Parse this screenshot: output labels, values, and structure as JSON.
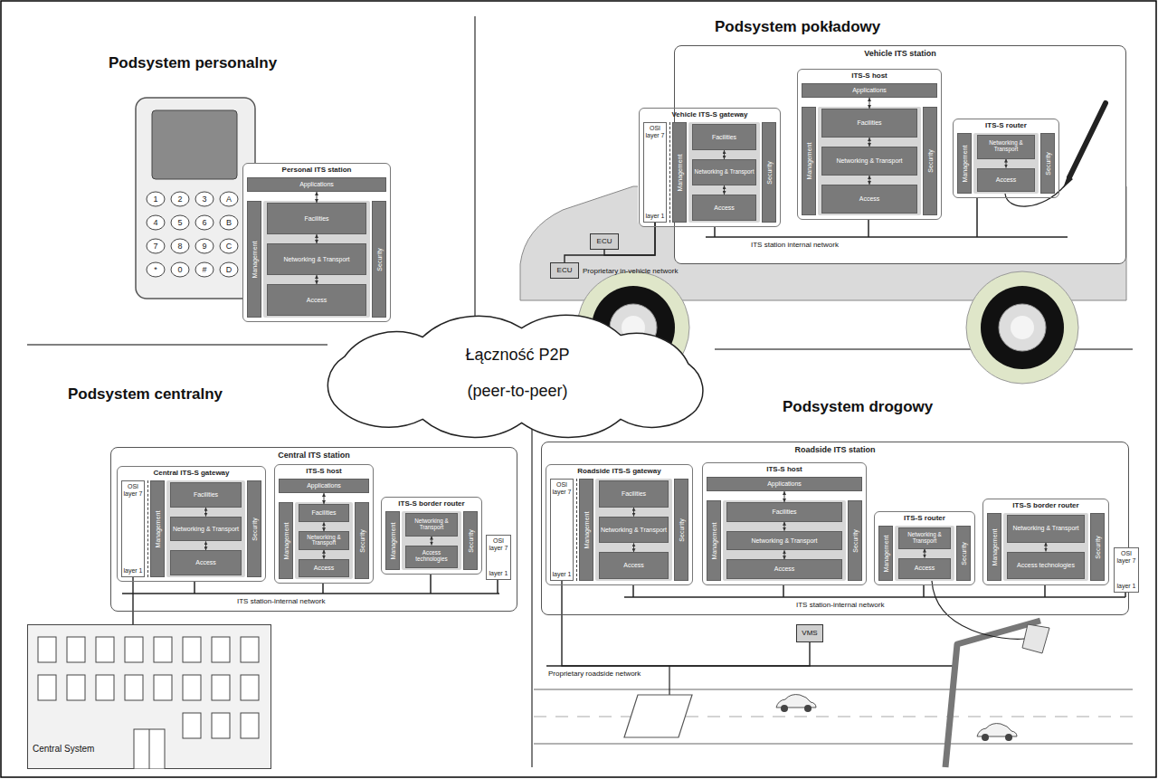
{
  "diagram": {
    "nodes": [
      {
        "text": [
          "Personal ITS station"
        ]
      },
      {
        "text": [
          "Applications"
        ],
        "in": 0
      },
      {
        "text": [
          "Management"
        ],
        "in": 0
      },
      {
        "text": [
          "Facilities"
        ],
        "in": 0
      },
      {
        "text": [
          "Networking & Transport"
        ],
        "in": 0
      },
      {
        "text": [
          "Access"
        ],
        "in": 0
      },
      {
        "text": [
          "Security"
        ],
        "in": 0
      },
      {
        "text": [
          "Vehicle ITS station"
        ]
      },
      {
        "text": [
          "Vehicle ITS-S gateway"
        ],
        "in": 7
      },
      {
        "text": [
          "OSI",
          "layer 7",
          "layer 1"
        ],
        "in": 8
      },
      {
        "text": [
          "Management"
        ],
        "in": 8
      },
      {
        "text": [
          "Facilities"
        ],
        "in": 8
      },
      {
        "text": [
          "Networking & Transport"
        ],
        "in": 8
      },
      {
        "text": [
          "Access"
        ],
        "in": 8
      },
      {
        "text": [
          "Security"
        ],
        "in": 8
      },
      {
        "text": [
          "ITS-S host"
        ],
        "in": 7
      },
      {
        "text": [
          "Applications"
        ],
        "in": 15
      },
      {
        "text": [
          "Management"
        ],
        "in": 15
      },
      {
        "text": [
          "Facilities"
        ],
        "in": 15
      },
      {
        "text": [
          "Networking & Transport"
        ],
        "in": 15
      },
      {
        "text": [
          "Access"
        ],
        "in": 15
      },
      {
        "text": [
          "Security"
        ],
        "in": 15
      },
      {
        "text": [
          "ITS-S router"
        ],
        "in": 7
      },
      {
        "text": [
          "Management"
        ],
        "in": 22
      },
      {
        "text": [
          "Networking & Transport"
        ],
        "in": 22
      },
      {
        "text": [
          "Access"
        ],
        "in": 22
      },
      {
        "text": [
          "Security"
        ],
        "in": 22
      },
      {
        "text": [
          "ECU"
        ]
      },
      {
        "text": [
          "ECU"
        ]
      },
      {
        "text": [
          "Łączność P2P (peer-to-peer)"
        ]
      },
      {
        "text": [
          "Central ITS station"
        ]
      },
      {
        "text": [
          "Central ITS-S gateway"
        ],
        "in": 30
      },
      {
        "text": [
          "OSI",
          "layer 7",
          "layer 1"
        ],
        "in": 31
      },
      {
        "text": [
          "Management"
        ],
        "in": 31
      },
      {
        "text": [
          "Facilities"
        ],
        "in": 31
      },
      {
        "text": [
          "Networking & Transport"
        ],
        "in": 31
      },
      {
        "text": [
          "Access"
        ],
        "in": 31
      },
      {
        "text": [
          "Security"
        ],
        "in": 31
      },
      {
        "text": [
          "ITS-S host"
        ],
        "in": 30
      },
      {
        "text": [
          "Applications"
        ],
        "in": 38
      },
      {
        "text": [
          "Management"
        ],
        "in": 38
      },
      {
        "text": [
          "Facilities"
        ],
        "in": 38
      },
      {
        "text": [
          "Networking & Transport"
        ],
        "in": 38
      },
      {
        "text": [
          "Access"
        ],
        "in": 38
      },
      {
        "text": [
          "Security"
        ],
        "in": 38
      },
      {
        "text": [
          "ITS-S border router"
        ],
        "in": 30
      },
      {
        "text": [
          "Management"
        ],
        "in": 45
      },
      {
        "text": [
          "Networking & Transport"
        ],
        "in": 45
      },
      {
        "text": [
          "Access technologies"
        ],
        "in": 45
      },
      {
        "text": [
          "Security"
        ],
        "in": 45
      },
      {
        "text": [
          "OSI",
          "layer 7",
          "layer 1"
        ],
        "in": 30
      },
      {
        "text": [
          "Central System"
        ]
      },
      {
        "text": [
          "Roadside ITS station"
        ]
      },
      {
        "text": [
          "Roadside ITS-S gateway"
        ],
        "in": 52
      },
      {
        "text": [
          "OSI",
          "layer 7",
          "layer 1"
        ],
        "in": 53
      },
      {
        "text": [
          "Management"
        ],
        "in": 53
      },
      {
        "text": [
          "Facilities"
        ],
        "in": 53
      },
      {
        "text": [
          "Networking & Transport"
        ],
        "in": 53
      },
      {
        "text": [
          "Access"
        ],
        "in": 53
      },
      {
        "text": [
          "Security"
        ],
        "in": 53
      },
      {
        "text": [
          "ITS-S host"
        ],
        "in": 52
      },
      {
        "text": [
          "Applications"
        ],
        "in": 60
      },
      {
        "text": [
          "Management"
        ],
        "in": 60
      },
      {
        "text": [
          "Facilities"
        ],
        "in": 60
      },
      {
        "text": [
          "Networking & Transport"
        ],
        "in": 60
      },
      {
        "text": [
          "Access"
        ],
        "in": 60
      },
      {
        "text": [
          "Security"
        ],
        "in": 60
      },
      {
        "text": [
          "ITS-S router"
        ],
        "in": 52
      },
      {
        "text": [
          "Management"
        ],
        "in": 67
      },
      {
        "text": [
          "Networking & Transport"
        ],
        "in": 67
      },
      {
        "text": [
          "Access"
        ],
        "in": 67
      },
      {
        "text": [
          "Security"
        ],
        "in": 67
      },
      {
        "text": [
          "ITS-S border router"
        ],
        "in": 52
      },
      {
        "text": [
          "Management"
        ],
        "in": 72
      },
      {
        "text": [
          "Networking & Transport"
        ],
        "in": 72
      },
      {
        "text": [
          "Access technologies"
        ],
        "in": 72
      },
      {
        "text": [
          "Security"
        ],
        "in": 72
      },
      {
        "text": [
          "OSI",
          "layer 7",
          "layer 1"
        ],
        "in": 52
      },
      {
        "text": [
          "VMS"
        ]
      }
    ],
    "edges": [
      {
        "from": 1,
        "to": 3,
        "arrow": "both"
      },
      {
        "from": 3,
        "to": 4,
        "arrow": "both"
      },
      {
        "from": 4,
        "to": 5,
        "arrow": "both"
      },
      {
        "from": 11,
        "to": 12,
        "arrow": "both"
      },
      {
        "from": 12,
        "to": 13,
        "arrow": "both"
      },
      {
        "from": 16,
        "to": 18,
        "arrow": "both"
      },
      {
        "from": 18,
        "to": 19,
        "arrow": "both"
      },
      {
        "from": 19,
        "to": 20,
        "arrow": "both"
      },
      {
        "from": 24,
        "to": 25,
        "arrow": "both"
      },
      {
        "from": 27,
        "to": 9,
        "arrow": "none"
      },
      {
        "from": 28,
        "to": 9,
        "arrow": "none"
      },
      {
        "from": 34,
        "to": 35,
        "arrow": "both"
      },
      {
        "from": 35,
        "to": 36,
        "arrow": "both"
      },
      {
        "from": 39,
        "to": 41,
        "arrow": "both"
      },
      {
        "from": 41,
        "to": 42,
        "arrow": "both"
      },
      {
        "from": 42,
        "to": 43,
        "arrow": "both"
      },
      {
        "from": 47,
        "to": 48,
        "arrow": "both"
      },
      {
        "from": 32,
        "to": 51,
        "arrow": "none"
      },
      {
        "from": 56,
        "to": 57,
        "arrow": "both"
      },
      {
        "from": 57,
        "to": 58,
        "arrow": "both"
      },
      {
        "from": 61,
        "to": 63,
        "arrow": "both"
      },
      {
        "from": 63,
        "to": 64,
        "arrow": "both"
      },
      {
        "from": 64,
        "to": 65,
        "arrow": "both"
      },
      {
        "from": 69,
        "to": 70,
        "arrow": "both"
      },
      {
        "from": 74,
        "to": 75,
        "arrow": "both"
      },
      {
        "from": 54,
        "to": 78,
        "arrow": "none"
      }
    ],
    "labels": [
      "Podsystem personalny",
      "1",
      "2",
      "3",
      "A",
      "4",
      "5",
      "6",
      "B",
      "7",
      "8",
      "9",
      "C",
      "*",
      "0",
      "#",
      "D",
      "Podsystem pokładowy",
      "ITS station internal network",
      "Proprietary in-vehicle network",
      "Podsystem centralny",
      "ITS station-internal network",
      "Podsystem drogowy",
      "ITS station-internal network",
      "Proprietary roadside network"
    ]
  }
}
